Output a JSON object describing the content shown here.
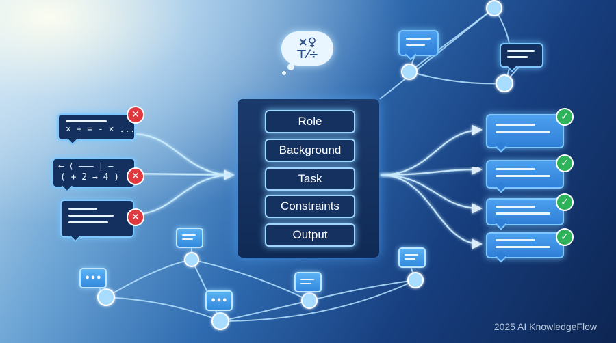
{
  "diagram": {
    "fields": [
      "Role",
      "Background",
      "Task",
      "Constraints",
      "Output"
    ],
    "thought_symbols": "×♀\n⊤⁄÷",
    "rejected_inputs": [
      {
        "text": "× + = - × ..."
      },
      {
        "text_line1": "⟵ ⟨ ——— | —",
        "text_line2": "( + 2 → 4 )"
      },
      {
        "text": ""
      }
    ],
    "reject_mark": "✕",
    "accept_mark": "✓",
    "ellipsis": "•••"
  },
  "footer": {
    "watermark": "2025 AI KnowledgeFlow"
  },
  "colors": {
    "reject": "#e0383f",
    "accept": "#2fb35a",
    "panel": "#14315f",
    "glow": "#9fd6ff"
  }
}
